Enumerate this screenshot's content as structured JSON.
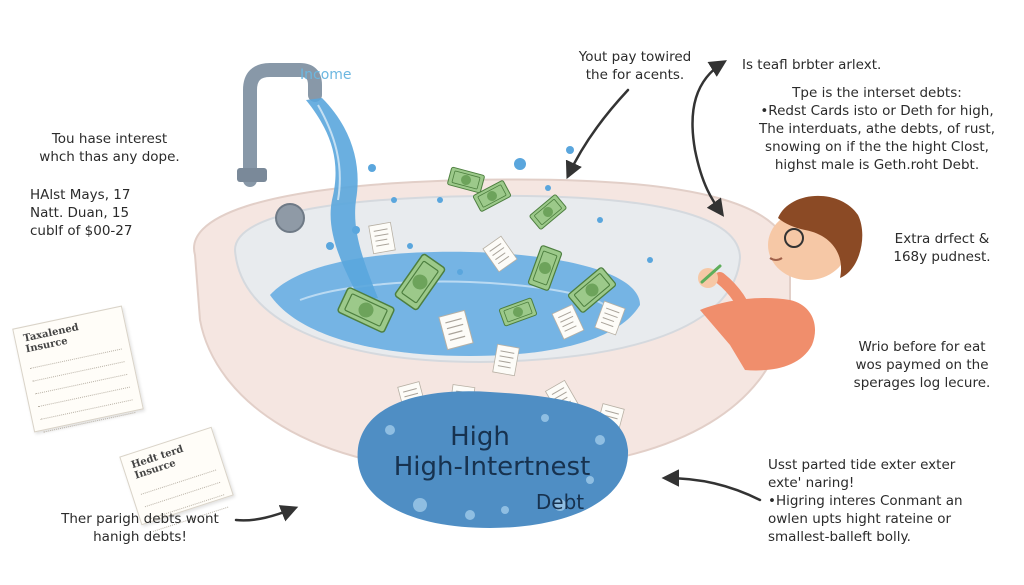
{
  "labels": {
    "income": "Income",
    "top_center": "Yout pay towired\nthe for acents.",
    "top_right_title": "Is teafl brbter arlext.",
    "top_right_body": "Tpe is the interset debts:\n•Redst Cards isto or Deth for high,\nThe interduats, athe debts, of rust,\nsnowing on if the the hight Clost,\nhighst male is Geth.roht Debt.",
    "left_intro": "Tou hase interest\nwhch thas any dope.",
    "left_dates": "HAlst Mays, 17\nNatt. Duan, 15\ncublf of $00-27",
    "right_mid": "Extra drfect &\n168y pudnest.",
    "right_lower": "Wrio before for eat\nwos paymed on the\nsperages log lecure.",
    "bottom_right": "Usst parted tide exter exter\nexte' naring!\n•Higring interes Conmant an\nowlen upts hight rateine or\nsmallest-balleft bolly.",
    "bottom_left": "Ther parigh debts wont\nhanigh debts!",
    "debt_line1": "High",
    "debt_line2": "High-Intertnest",
    "debt_line3": "Debt",
    "doc_left_title": "Taxalened Insurce",
    "doc_bottom_title": "Hedt terd Insurce"
  },
  "colors": {
    "water": "#5aa6dd",
    "water_dark": "#3a86c4",
    "tub_outer": "#f4e4df",
    "tub_inner": "#e9ecef",
    "faucet": "#8898a8",
    "pool": "#4f8ec4",
    "skin": "#f6c8a6",
    "hair": "#8b4a25",
    "shirt": "#f08e6c",
    "money": "#7cb86a"
  },
  "icons": [
    "faucet-icon",
    "water-drop-icon",
    "money-bill-icon",
    "paper-document-icon",
    "arrow-icon",
    "person-icon",
    "pen-icon"
  ]
}
